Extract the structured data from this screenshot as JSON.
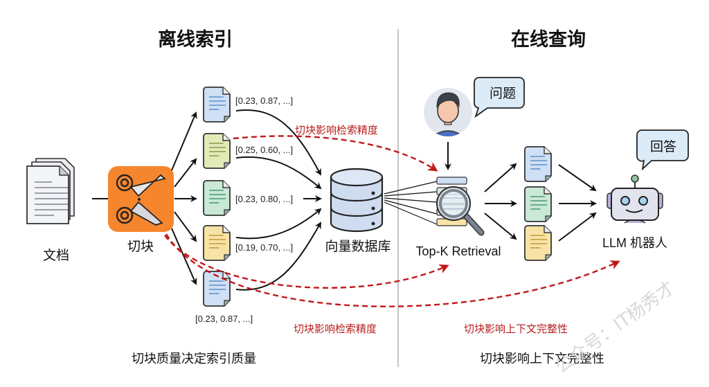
{
  "sections": {
    "offline_title": "离线索引",
    "online_title": "在线查询"
  },
  "nodes": {
    "documents_label": "文档",
    "chunking_label": "切块",
    "vector_db_label": "向量数据库",
    "retrieval_label": "Top-K Retrieval",
    "llm_label": "LLM 机器人",
    "question_bubble": "问题",
    "answer_bubble": "回答"
  },
  "chunks": [
    {
      "vector": "[0.23, 0.87, ...]",
      "color": "#cfe0f5",
      "line": "#6d9bd0"
    },
    {
      "vector": "[0.25, 0.60, ...]",
      "color": "#e3eab8",
      "line": "#9aa65a"
    },
    {
      "vector": "[0.23, 0.80, ...]",
      "color": "#c9e8d6",
      "line": "#5aa57d"
    },
    {
      "vector": "[0.19, 0.70, ...]",
      "color": "#f8e3a6",
      "line": "#c9a447"
    },
    {
      "vector": "[0.23, 0.87, ...]",
      "color": "#cfe0f5",
      "line": "#6d9bd0"
    }
  ],
  "retrieved_chunks": [
    {
      "color": "#cfe0f5",
      "line": "#6d9bd0"
    },
    {
      "color": "#c9e8d6",
      "line": "#5aa57d"
    },
    {
      "color": "#f8e3a6",
      "line": "#c9a447"
    }
  ],
  "annotations": {
    "precision_top": "切块影响检索精度",
    "precision_bottom": "切块影响检索精度",
    "context_integrity": "切块影响上下文完整性"
  },
  "footers": {
    "offline": "切块质量决定索引质量",
    "online": "切块影响上下文完整性"
  },
  "watermark": "公众号：IT杨秀才",
  "colors": {
    "accent_orange": "#f5862e",
    "annotation_red": "#b81c1c",
    "divider": "#b0b0b0"
  }
}
